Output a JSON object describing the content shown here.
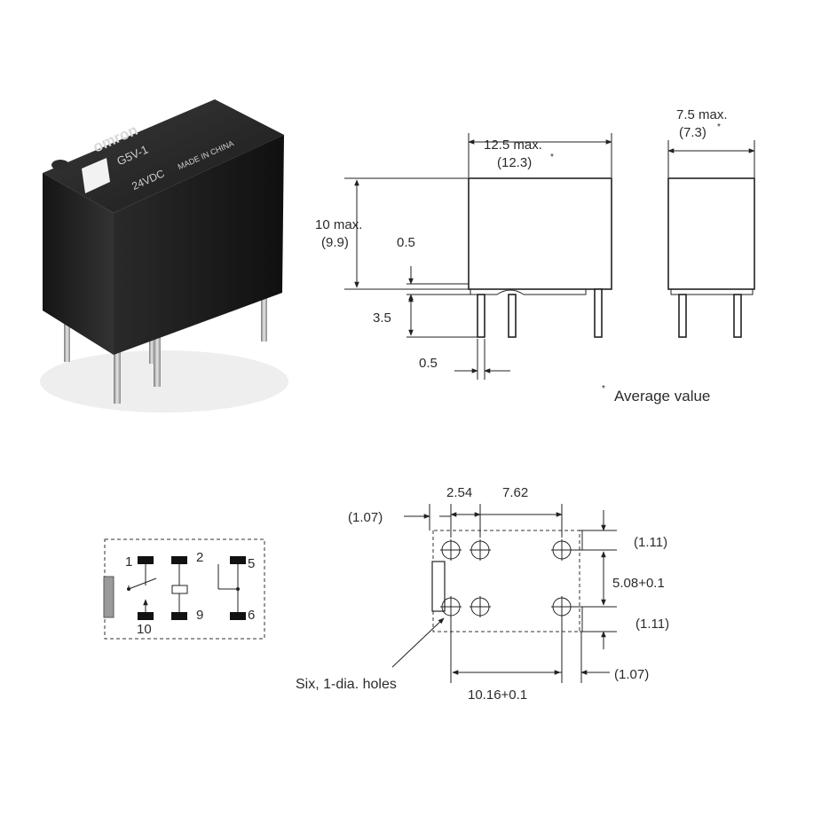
{
  "photo": {
    "brand": "omron",
    "model": "G5V-1",
    "rating": "24VDC",
    "origin": "MADE IN CHINA"
  },
  "dimensions": {
    "width_max": "12.5 max.",
    "width_avg": "(12.3)",
    "depth_max": "7.5 max.",
    "depth_avg": "(7.3)",
    "height_max": "10 max.",
    "height_avg": "(9.9)",
    "standoff": "0.5",
    "pin_length": "3.5",
    "pin_width": "0.5",
    "asterisk": "*",
    "note": "Average value"
  },
  "schematic": {
    "pins": [
      "1",
      "2",
      "5",
      "10",
      "9",
      "6"
    ]
  },
  "pcb_layout": {
    "pitch_a": "2.54",
    "pitch_b": "7.62",
    "offset_left": "(1.07)",
    "offset_top": "(1.11)",
    "row_spacing": "5.08+0.1",
    "offset_bottom": "(1.11)",
    "offset_right": "(1.07)",
    "col_spacing": "10.16+0.1",
    "holes_note": "Six, 1-dia. holes"
  }
}
